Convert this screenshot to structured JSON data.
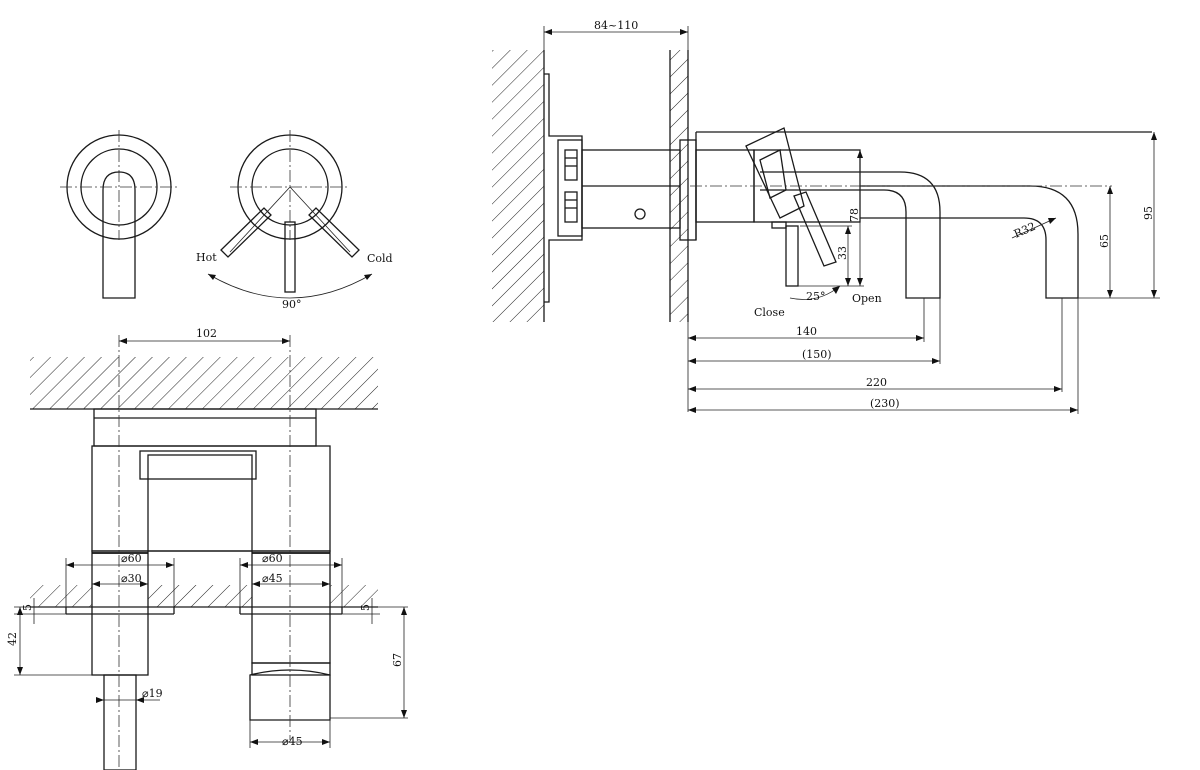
{
  "labels": {
    "wall_depth": "84~110",
    "hot": "Hot",
    "cold": "Cold",
    "rotation": "90°",
    "spacing": "102",
    "d60_left": "⌀60",
    "d30": "⌀30",
    "d60_right": "⌀60",
    "d45_top": "⌀45",
    "d19": "⌀19",
    "d45_bottom": "⌀45",
    "dim_5_left": "5",
    "dim_42": "42",
    "dim_5_right": "5",
    "dim_67": "67",
    "dim_78": "78",
    "dim_33": "33",
    "dim_65": "65",
    "dim_95": "95",
    "radius": "R32",
    "angle": "25°",
    "close": "Close",
    "open": "Open",
    "dim_140": "140",
    "dim_150": "(150)",
    "dim_220": "220",
    "dim_230": "(230)"
  }
}
